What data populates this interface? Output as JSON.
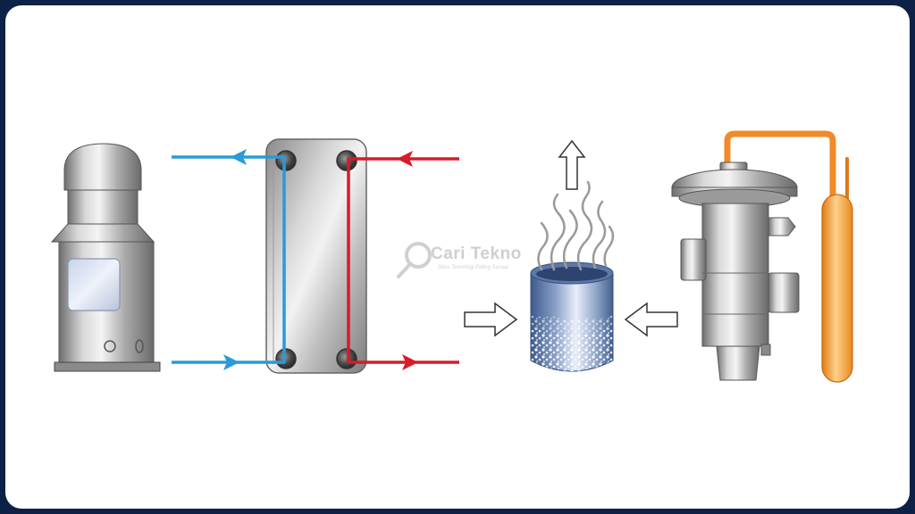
{
  "watermark": {
    "brand": "Cari Tekno",
    "tagline": "Situs Teknologi Paling Sesuai"
  },
  "colors": {
    "cold_line": "#2a9ad8",
    "hot_line": "#d81b28",
    "capillary": "#f08a2a",
    "frame_border": "#0d2147"
  },
  "components": [
    {
      "name": "compressor"
    },
    {
      "name": "plate-heat-exchanger"
    },
    {
      "name": "evaporating-liquid-container"
    },
    {
      "name": "thermostatic-expansion-valve"
    }
  ]
}
